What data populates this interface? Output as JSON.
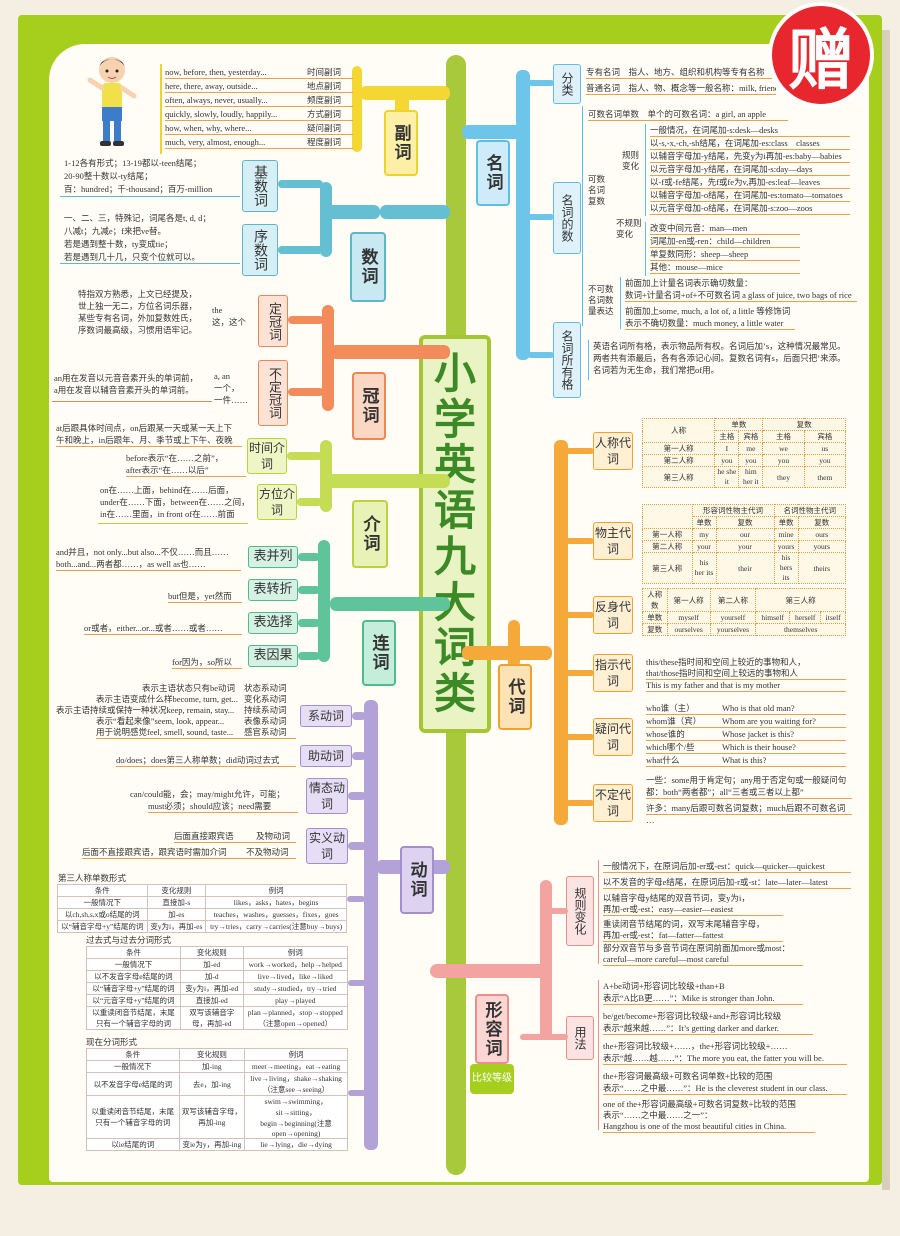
{
  "badge": "赠",
  "title_chars": [
    "小",
    "学",
    "英",
    "语",
    "九",
    "大",
    "词",
    "类"
  ],
  "colors": {
    "frame": "#a5cf1c",
    "title": "#3b8a25",
    "adverb": "#f5d733",
    "numeral": "#65bfd3",
    "article": "#f28d5b",
    "preposition": "#c5dc55",
    "conjunction": "#5fc49a",
    "verb": "#b3a2d7",
    "noun": "#6ec5ea",
    "pronoun": "#f5a93a",
    "adjective": "#f3a4a0"
  },
  "adverb": {
    "label": "副词",
    "items": [
      {
        "example": "now, before, then, yesterday...",
        "type": "时间副词"
      },
      {
        "example": "here, there, away, outside...",
        "type": "地点副词"
      },
      {
        "example": "often, always, never, usually...",
        "type": "频度副词"
      },
      {
        "example": "quickly, slowly, loudly, happily...",
        "type": "方式副词"
      },
      {
        "example": "how, when, why, where...",
        "type": "疑问副词"
      },
      {
        "example": "much, very, almost, enough...",
        "type": "程度副词"
      }
    ]
  },
  "numeral": {
    "label": "数词",
    "cardinal": {
      "label": "基数词",
      "lines": [
        "1-12各有形式；13-19都以-teen结尾；",
        "20-90整十数以-ty结尾；",
        "百：hundred；千-thousand；百万-million"
      ]
    },
    "ordinal": {
      "label": "序数词",
      "lines": [
        "一、二、三，特殊记，词尾各是t, d, d；",
        "八减t；九减e；f来把ve替。",
        "若是遇到整十数，ty变成tie；",
        "若是遇到几十几，只变个位就可以。"
      ]
    }
  },
  "article": {
    "label": "冠词",
    "definite": {
      "label": "定冠词",
      "lines": [
        "特指双方熟悉，上文已经提及，",
        "世上独一无二，方位名词乐器，",
        "某些专有名词，外加复数姓氏，",
        "序数词最高级，习惯用语牢记。"
      ],
      "note": [
        "the",
        "这，这个"
      ]
    },
    "indefinite": {
      "label": "不定冠词",
      "lines": [
        "an用在发音以元音音素开头的单词前，",
        "a用在发音以辅音音素开头的单词前。"
      ],
      "note": [
        "a, an",
        "一个，",
        "一件……"
      ]
    }
  },
  "preposition": {
    "label": "介词",
    "time": {
      "label": "时间介词",
      "lines": [
        "at后跟具体时间点，on后跟某一天或某一天上下",
        "午和晚上，in后跟年、月、季节或上下午、夜晚",
        "before表示“在……之前”，",
        "after表示“在……以后”"
      ]
    },
    "place": {
      "label": "方位介词",
      "lines": [
        "on在……上面，behind在……后面，",
        "under在……下面，between在……之间，",
        "in在……里面，in front of在……前面"
      ]
    }
  },
  "conjunction": {
    "label": "连词",
    "items": [
      {
        "label": "表并列",
        "lines": [
          "and并且，not only...but also...不仅……而且……",
          "both...and...两者都……，as well as也……"
        ]
      },
      {
        "label": "表转折",
        "lines": [
          "but但是，yet然而"
        ]
      },
      {
        "label": "表选择",
        "lines": [
          "or或者，either...or...或者……或者……"
        ]
      },
      {
        "label": "表因果",
        "lines": [
          "for因为，so所以"
        ]
      }
    ]
  },
  "verb": {
    "label": "动词",
    "linking": {
      "label": "系动词",
      "rows": [
        [
          "表示主语状态只有be动词",
          "状态系动词"
        ],
        [
          "表示主语变成什么样become, turn, get...",
          "变化系动词"
        ],
        [
          "表示主语持续或保持一种状况keep, remain, stay...",
          "持续系动词"
        ],
        [
          "表示“看起来像”seem, look, appear...",
          "表像系动词"
        ],
        [
          "用于说明感觉feel, smell, sound, taste...",
          "感官系动词"
        ]
      ]
    },
    "auxiliary": {
      "label": "助动词",
      "lines": [
        "do/does；does第三人称单数；did动词过去式"
      ]
    },
    "modal": {
      "label": "情态动词",
      "lines": [
        "can/could能，会；may/might允许，可能；",
        "must必须；should应该；need需要"
      ]
    },
    "notional": {
      "label": "实义动词",
      "rows": [
        [
          "后面直接跟宾语",
          "及物动词"
        ],
        [
          "后面不直接跟宾语，跟宾语时需加介词",
          "不及物动词"
        ]
      ]
    },
    "third_person": {
      "title": "第三人称单数形式",
      "headers": [
        "条件",
        "变化规则",
        "例词"
      ],
      "rows": [
        [
          "一般情况下",
          "直接加-s",
          "likes，asks，hates，begins"
        ],
        [
          "以ch,sh,s,x或o结尾的词",
          "加-es",
          "teaches，washes，guesses，fixes，goes"
        ],
        [
          "以“辅音字母+y”结尾的词",
          "变y为i，再加-es",
          "try→tries，carry→carries(注意buy→buys)"
        ]
      ]
    },
    "past_tense": {
      "title": "过去式与过去分词形式",
      "headers": [
        "条件",
        "变化规则",
        "例词"
      ],
      "rows": [
        [
          "一般情况下",
          "加-ed",
          "work→worked，help→helped"
        ],
        [
          "以不发音字母e结尾的词",
          "加-d",
          "live→lived，like→liked"
        ],
        [
          "以“辅音字母+y”结尾的词",
          "变y为i，再加-ed",
          "study→studied，try→tried"
        ],
        [
          "以“元音字母+y”结尾的词",
          "直接加-ed",
          "play→played"
        ],
        [
          "以重读闭音节结尾，末尾只有一个辅音字母的词",
          "双写该辅音字母，再加-ed",
          "plan→planned，stop→stopped（注意open→opened）"
        ]
      ]
    },
    "present_participle": {
      "title": "现在分词形式",
      "headers": [
        "条件",
        "变化规则",
        "例词"
      ],
      "rows": [
        [
          "一般情况下",
          "加-ing",
          "meet→meeting，eat→eating"
        ],
        [
          "以不发音字母e结尾的词",
          "去e，加-ing",
          "live→living，shake→shaking（注意see→seeing）"
        ],
        [
          "以重读闭音节结尾，末尾只有一个辅音字母的词",
          "双写该辅音字母，再加-ing",
          "swim→swimming，sit→sitting，begin→beginning(注意open→opening)"
        ],
        [
          "以ie结尾的词",
          "变ie为y，再加-ing",
          "lie→lying，die→dying"
        ]
      ]
    }
  },
  "noun": {
    "label": "名词",
    "classification": {
      "label": "分类",
      "lines": [
        "专有名词　指人、地方、组织和机构等专有名称",
        "普通名词　指人、物、概念等一般名称：milk, friend"
      ]
    },
    "number": {
      "label": "名词的数",
      "singular": "可数名词单数　单个的可数名词：a girl, an apple",
      "plural_label": [
        "可数",
        "名词",
        "复数"
      ],
      "regular_label": [
        "规则",
        "变化"
      ],
      "regular": [
        "一般情况，在词尾加-s:desk—desks",
        "以-s,-x,-ch,-sh结尾，在词尾加-es:class　classes",
        "以辅音字母加-y结尾，先变y为i再加-es:baby—babies",
        "以元音字母加-y结尾，在词尾加-s:day—days",
        "以-f或-fe结尾，先f或fe为v,再加-es:leaf—leaves",
        "以辅音字母加-o结尾，在词尾加-es:tomato—tomatoes",
        "以元音字母加-o结尾，在词尾加-s:zoo—zoos"
      ],
      "irregular_label": [
        "不规则",
        "变化"
      ],
      "irregular": [
        "改变中间元音：man—men",
        "词尾加-en或-ren：child—children",
        "单复数同形：sheep—sheep",
        "其他：mouse—mice"
      ],
      "uncountable_label": [
        "不可数",
        "名词数",
        "量表达"
      ],
      "uncountable": [
        "前面加上计量名词表示确切数量：",
        "数词+计量名词+of+不可数名词 a glass of juice, two bags of rice",
        "前面加上some, much, a lot of, a little 等修饰词",
        "表示不确切数量：much money, a little water"
      ]
    },
    "possessive": {
      "label": "名词所有格",
      "lines": [
        "英语名词所有格，表示物品所有权。名词后加’s，这种情况最常见。",
        "两者共有添最后，各有各添记心间。复数名词有s，后面只把’来添。",
        "名词若为无生命，我们常把of用。"
      ]
    }
  },
  "pronoun": {
    "label": "代词",
    "personal": {
      "label": "人称代词",
      "corner": "人称",
      "groups": [
        "单数",
        "复数"
      ],
      "headers": [
        "主格",
        "宾格",
        "主格",
        "宾格"
      ],
      "rows": [
        [
          "第一人称",
          "I",
          "me",
          "we",
          "us"
        ],
        [
          "第二人称",
          "you",
          "you",
          "you",
          "you"
        ],
        [
          "第三人称",
          "he she it",
          "him her it",
          "they",
          "them"
        ]
      ]
    },
    "possessive": {
      "label": "物主代词",
      "groups": [
        "形容词性物主代词",
        "名词性物主代词"
      ],
      "headers": [
        "单数",
        "复数",
        "单数",
        "复数"
      ],
      "rows": [
        [
          "第一人称",
          "my",
          "our",
          "mine",
          "ours"
        ],
        [
          "第二人称",
          "your",
          "your",
          "yours",
          "yours"
        ],
        [
          "第三人称",
          "his her its",
          "their",
          "his hers its",
          "theirs"
        ]
      ]
    },
    "reflexive": {
      "label": "反身代词",
      "corner_a": "人称",
      "corner_b": "数",
      "headers": [
        "第一人称",
        "第二人称",
        "第三人称"
      ],
      "rows": [
        [
          "单数",
          "myself",
          "yourself",
          "himself",
          "herself",
          "itself"
        ],
        [
          "复数",
          "ourselves",
          "yourselves",
          "themselves"
        ]
      ]
    },
    "demonstrative": {
      "label": "指示代词",
      "lines": [
        "this/these指时间和空间上较近的事物和人，",
        "that/those指时间和空间上较远的事物和人",
        "This is my father and that is my mother"
      ]
    },
    "interrogative": {
      "label": "疑问代词",
      "rows": [
        [
          "who谁（主）",
          "Who is that old man?"
        ],
        [
          "whom谁（宾）",
          "Whom are you waiting for?"
        ],
        [
          "whose谁的",
          "Whose jacket is this?"
        ],
        [
          "which哪个/些",
          "Which is their house?"
        ],
        [
          "what什么",
          "What is this?"
        ]
      ]
    },
    "indefinite": {
      "label": "不定代词",
      "lines": [
        "一些：some用于肯定句；any用于否定句或一般疑问句",
        "都：both“两者都”；all“三者或三者以上都”",
        "许多：many后跟可数名词复数；much后跟不可数名词",
        "…"
      ]
    }
  },
  "adjective": {
    "label": "形容词",
    "degree": "比较等级",
    "regular": {
      "label": "规则变化",
      "lines": [
        "一般情况下，在原词后加-er或-est：quick—quicker—quickest",
        "以不发音的字母e结尾，在原词后加-r或-st：late—later—latest",
        "以辅音字母y结尾的双音节词，变y为i，",
        "再加-er或-est：easy—easier—easiest",
        "重读闭音节结尾的词，双写末尾辅音字母，",
        "再加-er或-est：fat—fatter—fattest",
        "部分双音节与多音节词在原词前面加more或most：",
        "careful—more careful—most careful"
      ]
    },
    "usage": {
      "label": "用法",
      "lines": [
        "A+be动词+形容词比较级+than+B",
        "表示“A比B更……”：Mike is stronger than John.",
        "be/get/become+形容词比较级+and+形容词比较级",
        "表示“越来越……”：It’s getting darker and darker.",
        "the+形容词比较级+……，the+形容词比较级+……",
        "表示“越……越……”：The more you eat, the fatter you will be.",
        "the+形容词最高级+可数名词单数+比较的范围",
        "表示“……之中最……”：He is the cleverest student in our class.",
        "one of the+形容词最高级+可数名词复数+比较的范围",
        "表示“……之中最……之一”：",
        "Hangzhou is one of the most beautiful cities in China."
      ]
    }
  }
}
